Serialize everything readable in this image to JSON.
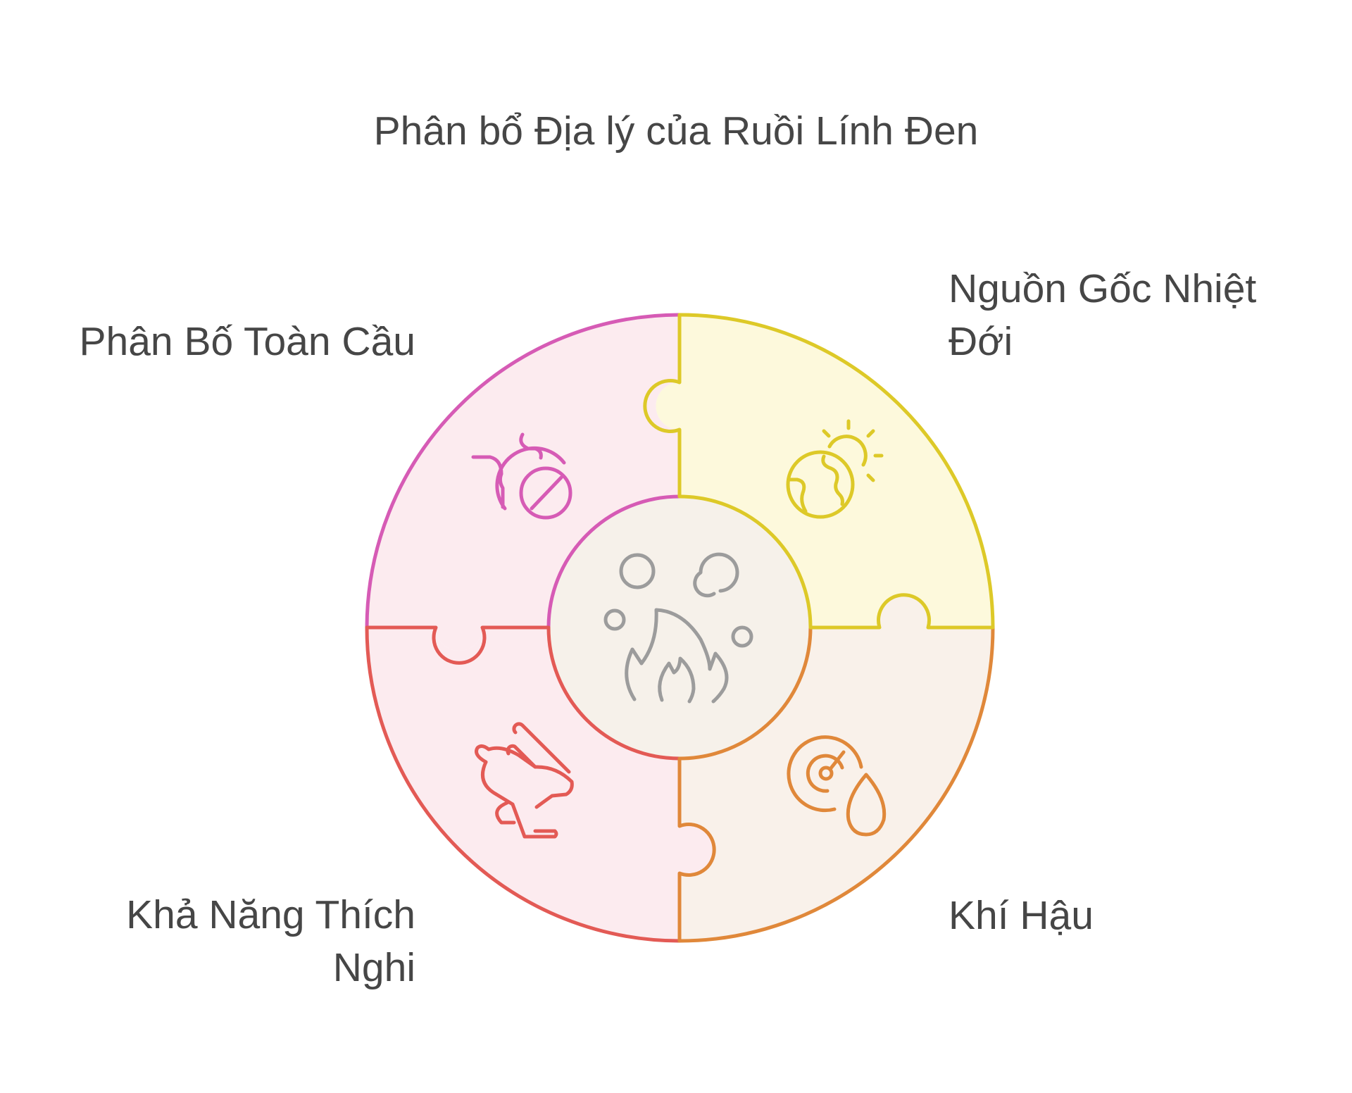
{
  "title": "Phân bổ Địa lý của Ruồi Lính Đen",
  "segments": [
    {
      "id": "top-left",
      "label": "Phân Bố Toàn Cầu",
      "icon": "globe-prohibited-icon",
      "stroke": "#D65BB5",
      "fill": "#FCEBEF"
    },
    {
      "id": "top-right",
      "label": "Nguồn Gốc Nhiệt Đới",
      "icon": "globe-sun-icon",
      "stroke": "#DDC928",
      "fill": "#FDF9DC"
    },
    {
      "id": "bottom-right",
      "label": "Khí Hậu",
      "icon": "gauge-droplet-icon",
      "stroke": "#E0883A",
      "fill": "#F9F1EA"
    },
    {
      "id": "bottom-left",
      "label": "Khả Năng Thích Nghi",
      "icon": "rabbit-icon",
      "stroke": "#E35A55",
      "fill": "#FCEBEF"
    }
  ],
  "center": {
    "icon": "fire-bubbles-icon",
    "stroke": "#9C9C9C",
    "fill": "#F6F1EA"
  }
}
